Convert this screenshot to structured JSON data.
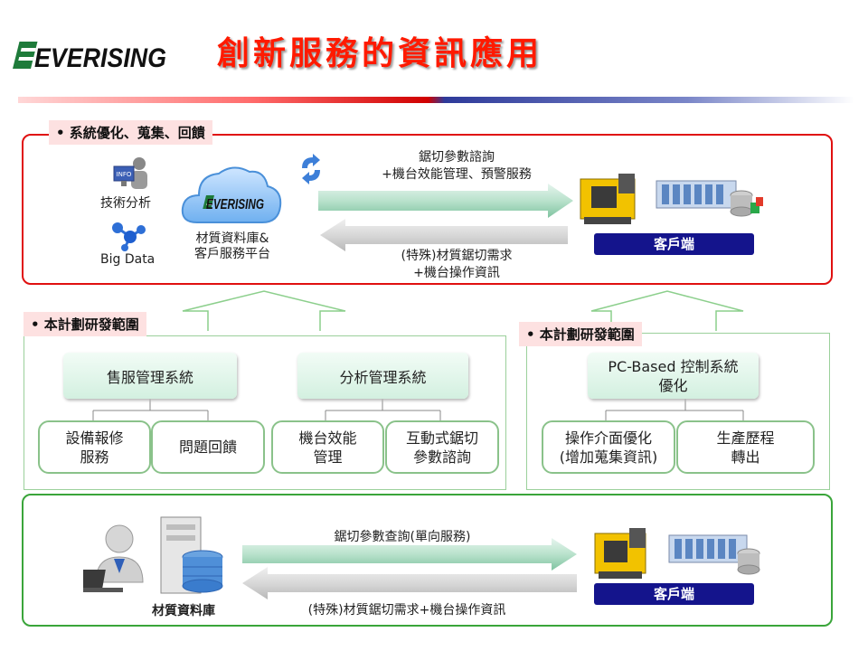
{
  "header": {
    "logo_text": "EVERISING",
    "title": "創新服務的資訊應用"
  },
  "top_panel": {
    "tag": "• 系統優化、蒐集、回饋",
    "tech_analysis": "技術分析",
    "big_data": "Big Data",
    "cloud_logo": "EVERISING",
    "platform_line1": "材質資料庫&",
    "platform_line2": "客戶服務平台",
    "arrow_right_line1": "鋸切參數諮詢",
    "arrow_right_line2": "+機台效能管理、預警服務",
    "arrow_left_line1": "(特殊)材質鋸切需求",
    "arrow_left_line2": "+機台操作資訊",
    "client": "客戶端"
  },
  "left_panel": {
    "tag": "• 本計劃研發範圍",
    "system_a": "售服管理系統",
    "system_b": "分析管理系統",
    "sub_a1": "設備報修\n服務",
    "sub_a2": "問題回饋",
    "sub_b1": "機台效能\n管理",
    "sub_b2": "互動式鋸切\n參數諮詢"
  },
  "right_panel": {
    "tag": "• 本計劃研發範圍",
    "system_c": "PC-Based 控制系統\n優化",
    "sub_c1": "操作介面優化\n(增加蒐集資訊)",
    "sub_c2": "生產歷程\n轉出"
  },
  "bottom_panel": {
    "arrow_right": "鋸切參數查詢(單向服務)",
    "arrow_left": "(特殊)材質鋸切需求+機台操作資訊",
    "database_label": "材質資料庫",
    "client": "客戶端"
  },
  "colors": {
    "title": "#ff1a00",
    "top_border": "#e01010",
    "bottom_border": "#3aa53a",
    "client_button": "#14148c"
  }
}
